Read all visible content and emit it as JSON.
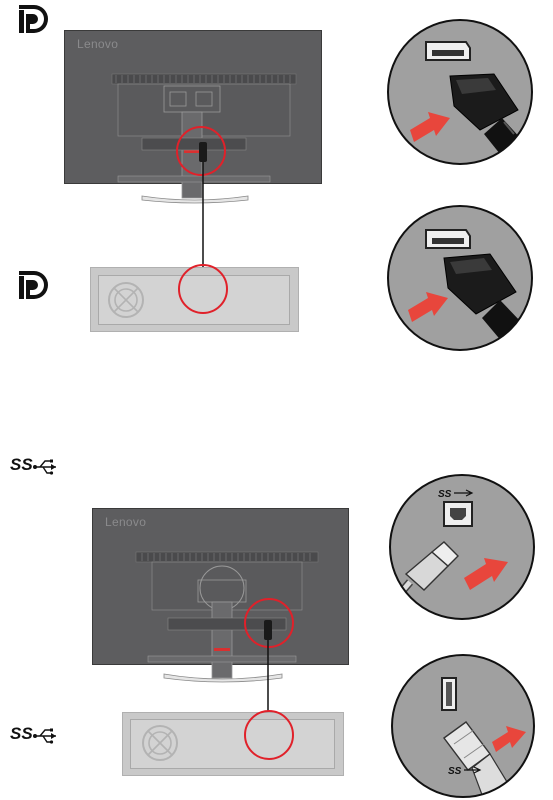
{
  "section_dp": {
    "logo_icon": "displayport-logo-icon",
    "monitor_brand": "Lenovo"
  },
  "section_usb": {
    "logo_icon": "usb-superspeed-logo-icon",
    "logo_text": "SS",
    "monitor_brand": "Lenovo",
    "detail_top_text": "SS",
    "detail_bottom_text": "SS"
  },
  "colors": {
    "monitor": "#5d5d5f",
    "highlight_circle": "#e0212a",
    "arrow": "#e8463c",
    "pc_case": "#c9c9c9",
    "detail_bg": "#9a9a9a"
  }
}
